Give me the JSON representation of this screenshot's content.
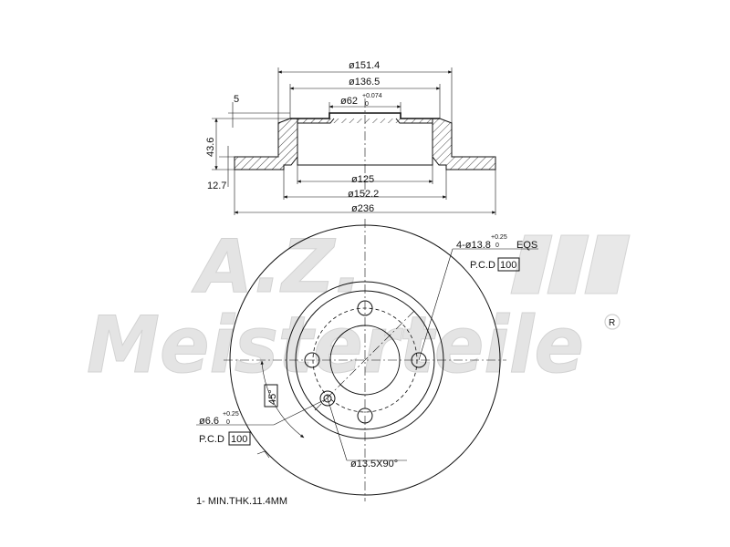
{
  "watermark": {
    "brand_line1": "A.Z.",
    "brand_line2": "Meisterteile",
    "registered": "R"
  },
  "section_view": {
    "dia_outer_hub": "ø151.4",
    "dia_inner_hub": "ø136.5",
    "dia_center_bore": "ø62",
    "bore_tol_upper": "+0.074",
    "bore_tol_lower": "0",
    "top_thickness": "5",
    "height": "43.6",
    "disc_thickness": "12.7",
    "dia_125": "ø125",
    "dia_152": "ø152.2",
    "dia_outer": "ø236"
  },
  "front_view": {
    "bolt_holes": "4-ø13.8",
    "bolt_tol_upper": "+0.25",
    "bolt_tol_lower": "0",
    "bolt_eqs": "EQS",
    "pcd_label_1": "P.C.D",
    "pcd_value_1": "100",
    "angle": "45°",
    "small_hole": "ø6.6",
    "small_tol_upper": "+0.25",
    "small_tol_lower": "0",
    "pcd_label_2": "P.C.D",
    "pcd_value_2": "100",
    "chamfer": "ø13.5X90°"
  },
  "notes": {
    "min_thickness": "1- MIN.THK.11.4MM"
  },
  "colors": {
    "line": "#111111",
    "watermark_fill": "#e4e4e4",
    "watermark_stroke": "#d2d2d2",
    "background": "#ffffff"
  }
}
